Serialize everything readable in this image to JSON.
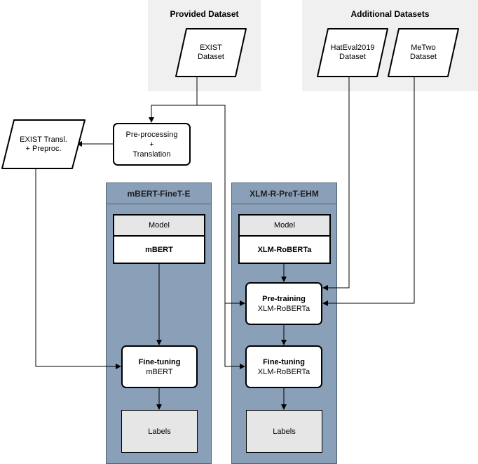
{
  "groups": {
    "provided": {
      "title": "Provided Dataset"
    },
    "additional": {
      "title": "Additional Datasets"
    }
  },
  "datasets": {
    "exist": {
      "line1": "EXIST",
      "line2": "Dataset"
    },
    "hateval": {
      "line1": "HatEval2019",
      "line2": "Dataset"
    },
    "metwo": {
      "line1": "MeTwo",
      "line2": "Dataset"
    },
    "exist_transl": {
      "line1": "EXIST Transl.",
      "line2": "+ Preproc."
    }
  },
  "preprocessing": {
    "line1": "Pre-processing",
    "line2": "+",
    "line3": "Translation"
  },
  "lanes": {
    "mbert": {
      "title": "mBERT-FineT-E",
      "model_head": "Model",
      "model_name": "mBERT",
      "finetune_title": "Fine-tuning",
      "finetune_sub": "mBERT",
      "labels": "Labels"
    },
    "xlmr": {
      "title": "XLM-R-PreT-EHM",
      "model_head": "Model",
      "model_name": "XLM-RoBERTa",
      "pretrain_title": "Pre-training",
      "pretrain_sub": "XLM-RoBERTa",
      "finetune_title": "Fine-tuning",
      "finetune_sub": "XLM-RoBERTa",
      "labels": "Labels"
    }
  }
}
